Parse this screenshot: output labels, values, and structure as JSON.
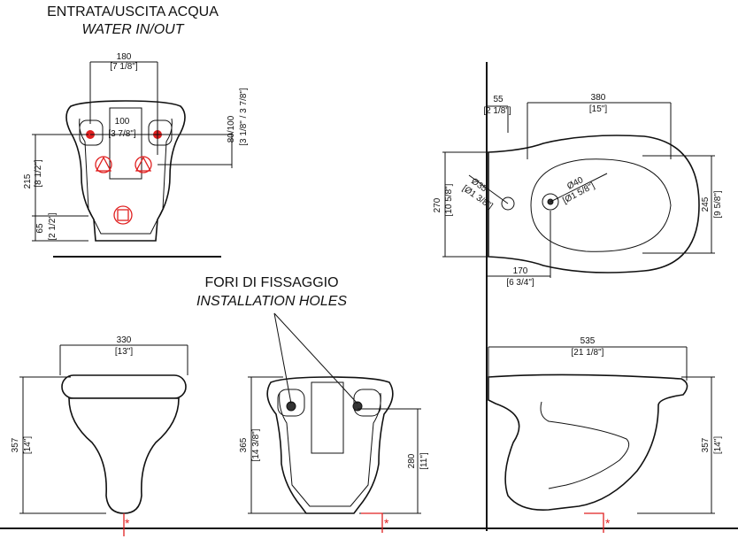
{
  "labels": {
    "water_title_it": "ENTRATA/USCITA ACQUA",
    "water_title_en": "WATER IN/OUT",
    "holes_title_it": "FORI DI FISSAGGIO",
    "holes_title_en": "INSTALLATION HOLES"
  },
  "dimensions": {
    "top_180": "180",
    "top_180_in": "[7 1/8\"]",
    "top_100": "100",
    "top_100_in": "[3 7/8\"]",
    "side_80_100": "80/100",
    "side_80_100_in": "[3 1/8\" / 3 7/8\"]",
    "left_215": "215",
    "left_215_in": "[8 1/2\"]",
    "left_65": "65",
    "left_65_in": "[2 1/2\"]",
    "plan_55": "55",
    "plan_55_in": "[2 1/8\"]",
    "plan_380": "380",
    "plan_380_in": "[15\"]",
    "plan_270": "270",
    "plan_270_in": "[10 5/8\"]",
    "plan_35": "Ø35",
    "plan_35_in": "[Ø1 3/8\"]",
    "plan_40": "Ø40",
    "plan_40_in": "[Ø1 5/8\"]",
    "plan_245": "245",
    "plan_245_in": "[9 5/8\"]",
    "plan_170": "170",
    "plan_170_in": "[6 3/4\"]",
    "front_330": "330",
    "front_330_in": "[13\"]",
    "front_357": "357",
    "front_357_in": "[14\"]",
    "back_365": "365",
    "back_365_in": "[14 3/8\"]",
    "back_280": "280",
    "back_280_in": "[11\"]",
    "side_535": "535",
    "side_535_in": "[21 1/8\"]",
    "side_357": "357",
    "side_357_in": "[14\"]",
    "asterisk": "*"
  },
  "colors": {
    "line": "#111111",
    "accent": "#e02020"
  }
}
